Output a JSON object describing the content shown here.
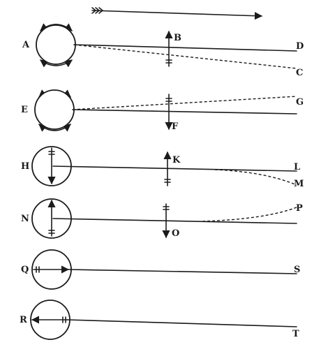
{
  "labels": {
    "A": "A",
    "B": "B",
    "C": "C",
    "D": "D",
    "E": "E",
    "F": "F",
    "G": "G",
    "H": "H",
    "K": "K",
    "L": "L",
    "M": "M",
    "N": "N",
    "O": "O",
    "P": "P",
    "Q": "Q",
    "S": "S",
    "R": "R",
    "T": "T"
  },
  "colors": {
    "ink": "#1b1b1b",
    "paper": "#ffffff"
  }
}
